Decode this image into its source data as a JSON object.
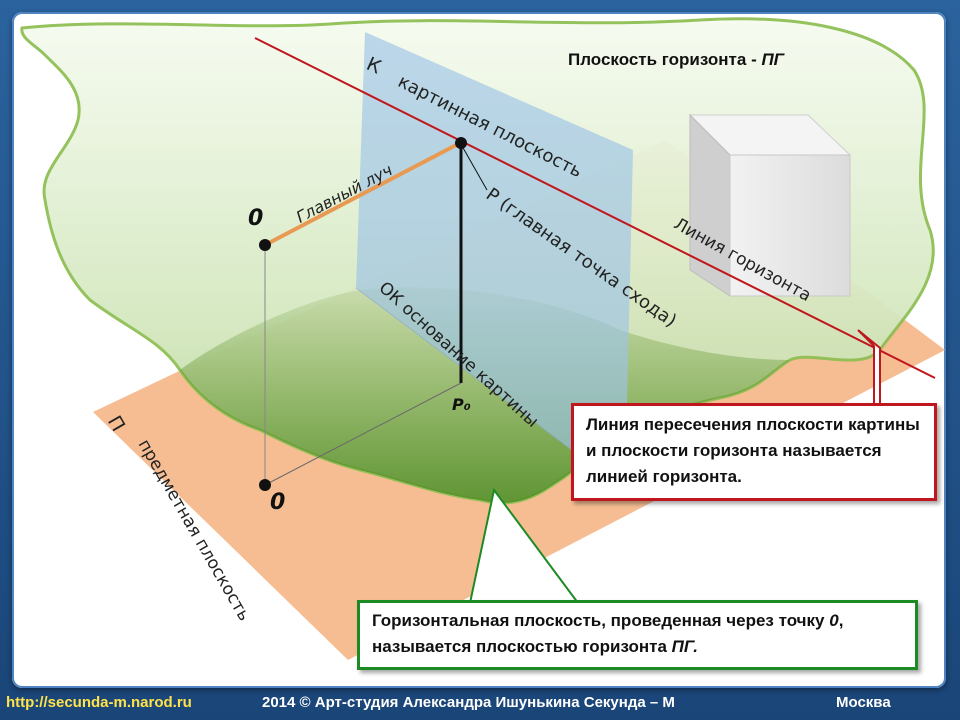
{
  "title": {
    "text": "Плоскость горизонта - ",
    "italic": "ПГ"
  },
  "labels": {
    "picture_plane_letter": "К",
    "picture_plane": "картинная плоскость",
    "main_ray": "Главный луч",
    "point_o_top": "0",
    "point_o_bottom": "0",
    "point_p_label": "Р (главная точка схода)",
    "point_p0": "P₀",
    "horizon_line": "Линия горизонта",
    "base_line": "ОК основание картины",
    "object_plane_letter": "П",
    "object_plane": "предметная плоскость"
  },
  "callouts": {
    "red": {
      "text": "Линия пересечения плоскости картины и плоскости горизонта называется линией горизонта.",
      "color": "#c0161d"
    },
    "green": {
      "text_before": "Горизонтальная плоскость, проведенная через точку ",
      "text_point": "0",
      "text_middle": ", называется плоскостью горизонта ",
      "text_end": "ПГ.",
      "color": "#1d8b24"
    }
  },
  "footer": {
    "url": "http://secunda-m.narod.ru",
    "copyright": "2014  © Арт-студия Александра Ишунькина  Секунда – М",
    "city": "Москва"
  },
  "colors": {
    "horizon_plane": "#d8ecc4",
    "horizon_border": "#8fbf55",
    "object_plane": "#f5b98c",
    "picture_plane": "#a9cbe8",
    "horizon_line": "#c0161d",
    "main_ray": "#e89a52"
  }
}
